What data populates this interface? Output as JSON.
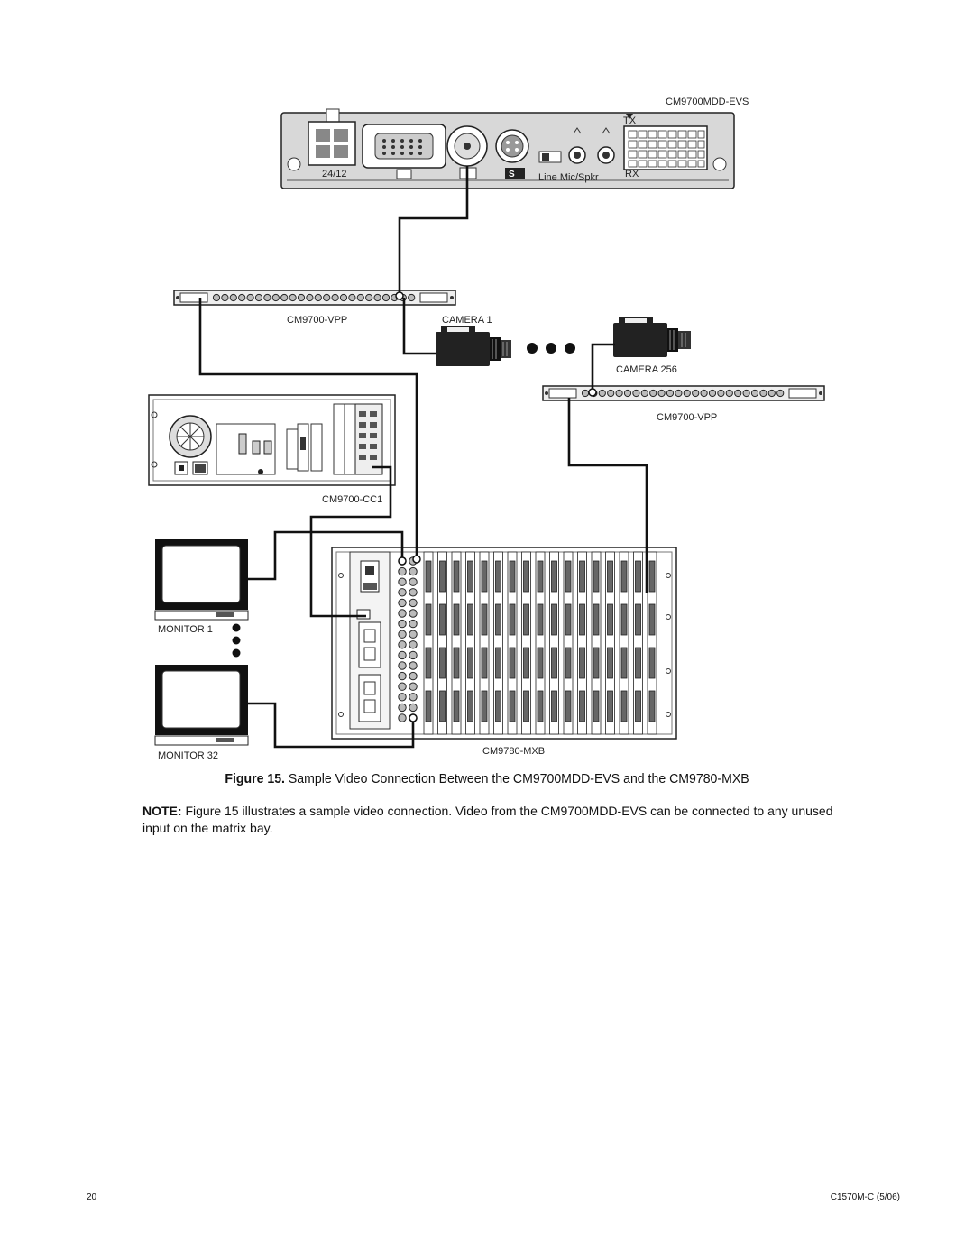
{
  "figure": {
    "labels": {
      "evs": "CM9700MDD-EVS",
      "vpp1": "CM9700-VPP",
      "camera1": "CAMERA 1",
      "camera256": "CAMERA 256",
      "vpp2": "CM9700-VPP",
      "cc1": "CM9700-CC1",
      "monitor1": "MONITOR 1",
      "monitor32": "MONITOR 32",
      "mxb": "CM9780-MXB"
    },
    "panel_text": {
      "voltage": "24/12",
      "line_mic": "Line Mic/Spkr",
      "s_label": "S",
      "tx": "TX",
      "rx": "RX"
    },
    "caption_prefix": "Figure 15.",
    "caption_text": "Sample Video Connection Between the CM9700MDD-EVS and the CM9780-MXB"
  },
  "note": {
    "label": "NOTE:",
    "text": "Figure 15 illustrates a sample video connection. Video from the CM9700MDD-EVS can be connected to any unused input on the matrix bay."
  },
  "footer": {
    "page_number": "20",
    "doc_id": "C1570M-C (5/06)"
  }
}
